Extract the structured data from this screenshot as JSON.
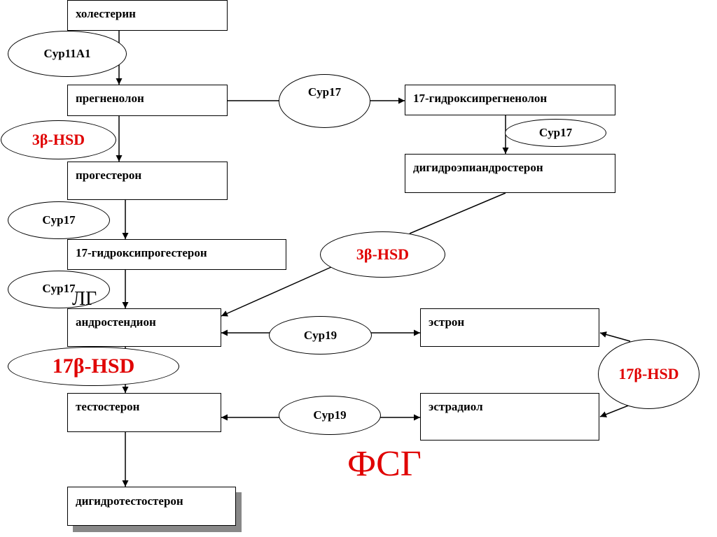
{
  "colors": {
    "enzyme_red": "#e00000",
    "line": "#000000",
    "shadow": "#888888"
  },
  "compounds": {
    "cholesterol": "холестерин",
    "pregnenolone": "прегненолон",
    "hydroxypregnenolone": "17-гидроксипрегненолон",
    "progesterone": "прогестерон",
    "dhea": "дигидроэпиандростерон",
    "hydroxyprogesterone": "17-гидроксипрогестерон",
    "androstenedione": "андростендион",
    "estrone": "эстрон",
    "testosterone": "тестостерон",
    "estradiol": "эстрадиол",
    "dht": "дигидротестостерон"
  },
  "enzymes": {
    "cyp11a1": "Cyp11A1",
    "cyp17_pregnenolone": "Cyp17",
    "cyp17_dhea": "Cyp17",
    "hsd3b_progesterone": "3β-HSD",
    "cyp17_progesterone": "Cyp17",
    "hsd3b_dhea": "3β-HSD",
    "cyp17_androstenedione": "Cyp17",
    "cyp19_estrone": "Cyp19",
    "hsd17b_testosterone": "17β-HSD",
    "hsd17b_estradiol": "17β-HSD",
    "cyp19_estradiol": "Cyp19"
  },
  "hormones": {
    "lh": "ЛГ",
    "fsh": "ФСГ"
  }
}
